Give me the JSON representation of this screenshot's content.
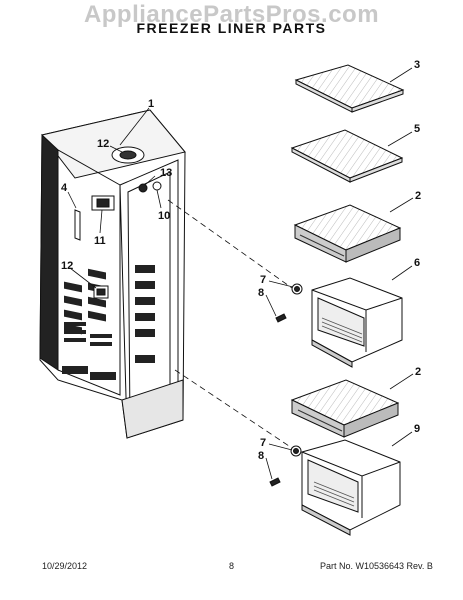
{
  "watermark": "AppliancePartsPros.com",
  "title": "FREEZER LINER PARTS",
  "callouts": {
    "c1": "1",
    "c12a": "12",
    "c4": "4",
    "c11": "11",
    "c12b": "12",
    "c13": "13",
    "c10": "10",
    "c3": "3",
    "c5": "5",
    "c2a": "2",
    "c6": "6",
    "c7a": "7",
    "c8a": "8",
    "c2b": "2",
    "c9": "9",
    "c7b": "7",
    "c8b": "8"
  },
  "footer": {
    "date": "10/29/2012",
    "page": "8",
    "part_number": "Part No. W10536643  Rev. B"
  }
}
